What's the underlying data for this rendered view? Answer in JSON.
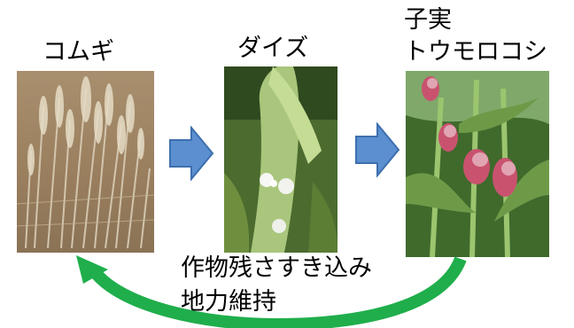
{
  "crops": [
    {
      "name": "コムギ",
      "photo": "wheat-photo"
    },
    {
      "name": "ダイズ",
      "photo": "soybean-photo"
    },
    {
      "name_line1": "子実",
      "name_line2": "トウモロコシ",
      "photo": "corn-photo"
    }
  ],
  "rotation_note": {
    "line1": "作物残さすき込み",
    "line2": "地力維持"
  },
  "colors": {
    "arrow_fill": "#5b8fd0",
    "arrow_stroke": "#3d6fae",
    "curve_green": "#1fae4b"
  },
  "icons": {
    "flow_arrow": "right-arrow-icon",
    "cycle_arrow": "curved-return-arrow-icon"
  }
}
